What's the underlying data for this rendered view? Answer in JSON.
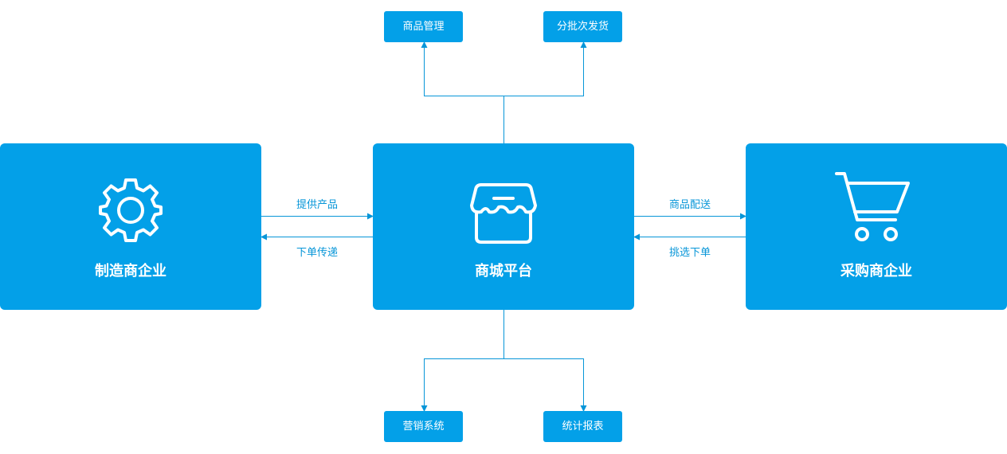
{
  "nodes": {
    "manufacturer": "制造商企业",
    "platform": "商城平台",
    "buyer": "采购商企业"
  },
  "top_modules": [
    "商品管理",
    "分批次发货"
  ],
  "bottom_modules": [
    "营销系统",
    "统计报表"
  ],
  "edges": {
    "provide_products": "提供产品",
    "order_delivery": "下单传递",
    "product_shipping": "商品配送",
    "select_order": "挑选下单"
  },
  "colors": {
    "primary": "#03a0e8"
  }
}
